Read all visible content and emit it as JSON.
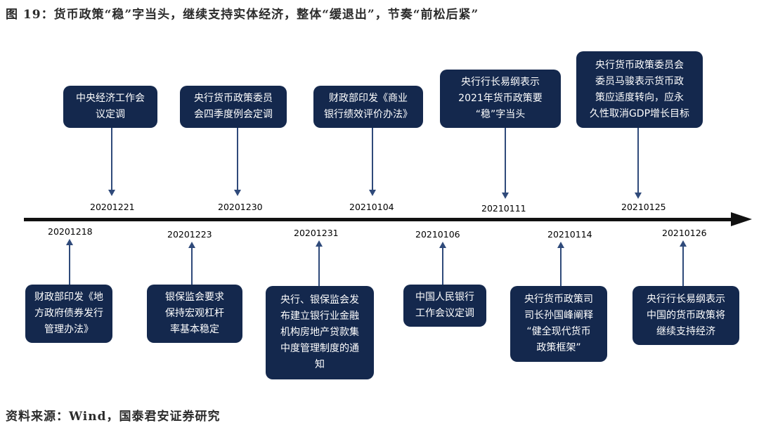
{
  "title": "图 19：货币政策“稳”字当头，继续支持实体经济，整体“缓退出”，节奏“前松后紧”",
  "source": "资料来源：Wind，国泰君安证券研究",
  "colors": {
    "box_bg": "#14284d",
    "connector": "#2f4a7a",
    "axis": "#111111"
  },
  "events_above": [
    {
      "date": "20201221",
      "text": "中央经济工作会\n议定调"
    },
    {
      "date": "20201230",
      "text": "央行货币政策委员\n会四季度例会定调"
    },
    {
      "date": "20210104",
      "text": "财政部印发《商业\n银行绩效评价办法》"
    },
    {
      "date": "20210111",
      "text": "央行行长易纲表示\n2021年货币政策要\n“稳”字当头"
    },
    {
      "date": "20210125",
      "text": "央行货币政策委员会\n委员马骏表示货币政\n策应适度转向，应永\n久性取消GDP增长目标"
    }
  ],
  "events_below": [
    {
      "date": "20201218",
      "text": "财政部印发《地\n方政府债券发行\n管理办法》"
    },
    {
      "date": "20201223",
      "text": "银保监会要求\n保持宏观杠杆\n率基本稳定"
    },
    {
      "date": "20201231",
      "text": "央行、银保监会发\n布建立银行业金融\n机构房地产贷款集\n中度管理制度的通\n知"
    },
    {
      "date": "20210106",
      "text": "中国人民银行\n工作会议定调"
    },
    {
      "date": "20210114",
      "text": "央行货币政策司\n司长孙国峰阐释\n“健全现代货币\n政策框架”"
    },
    {
      "date": "20210126",
      "text": "央行行长易纲表示\n中国的货币政策将\n继续支持经济"
    }
  ]
}
